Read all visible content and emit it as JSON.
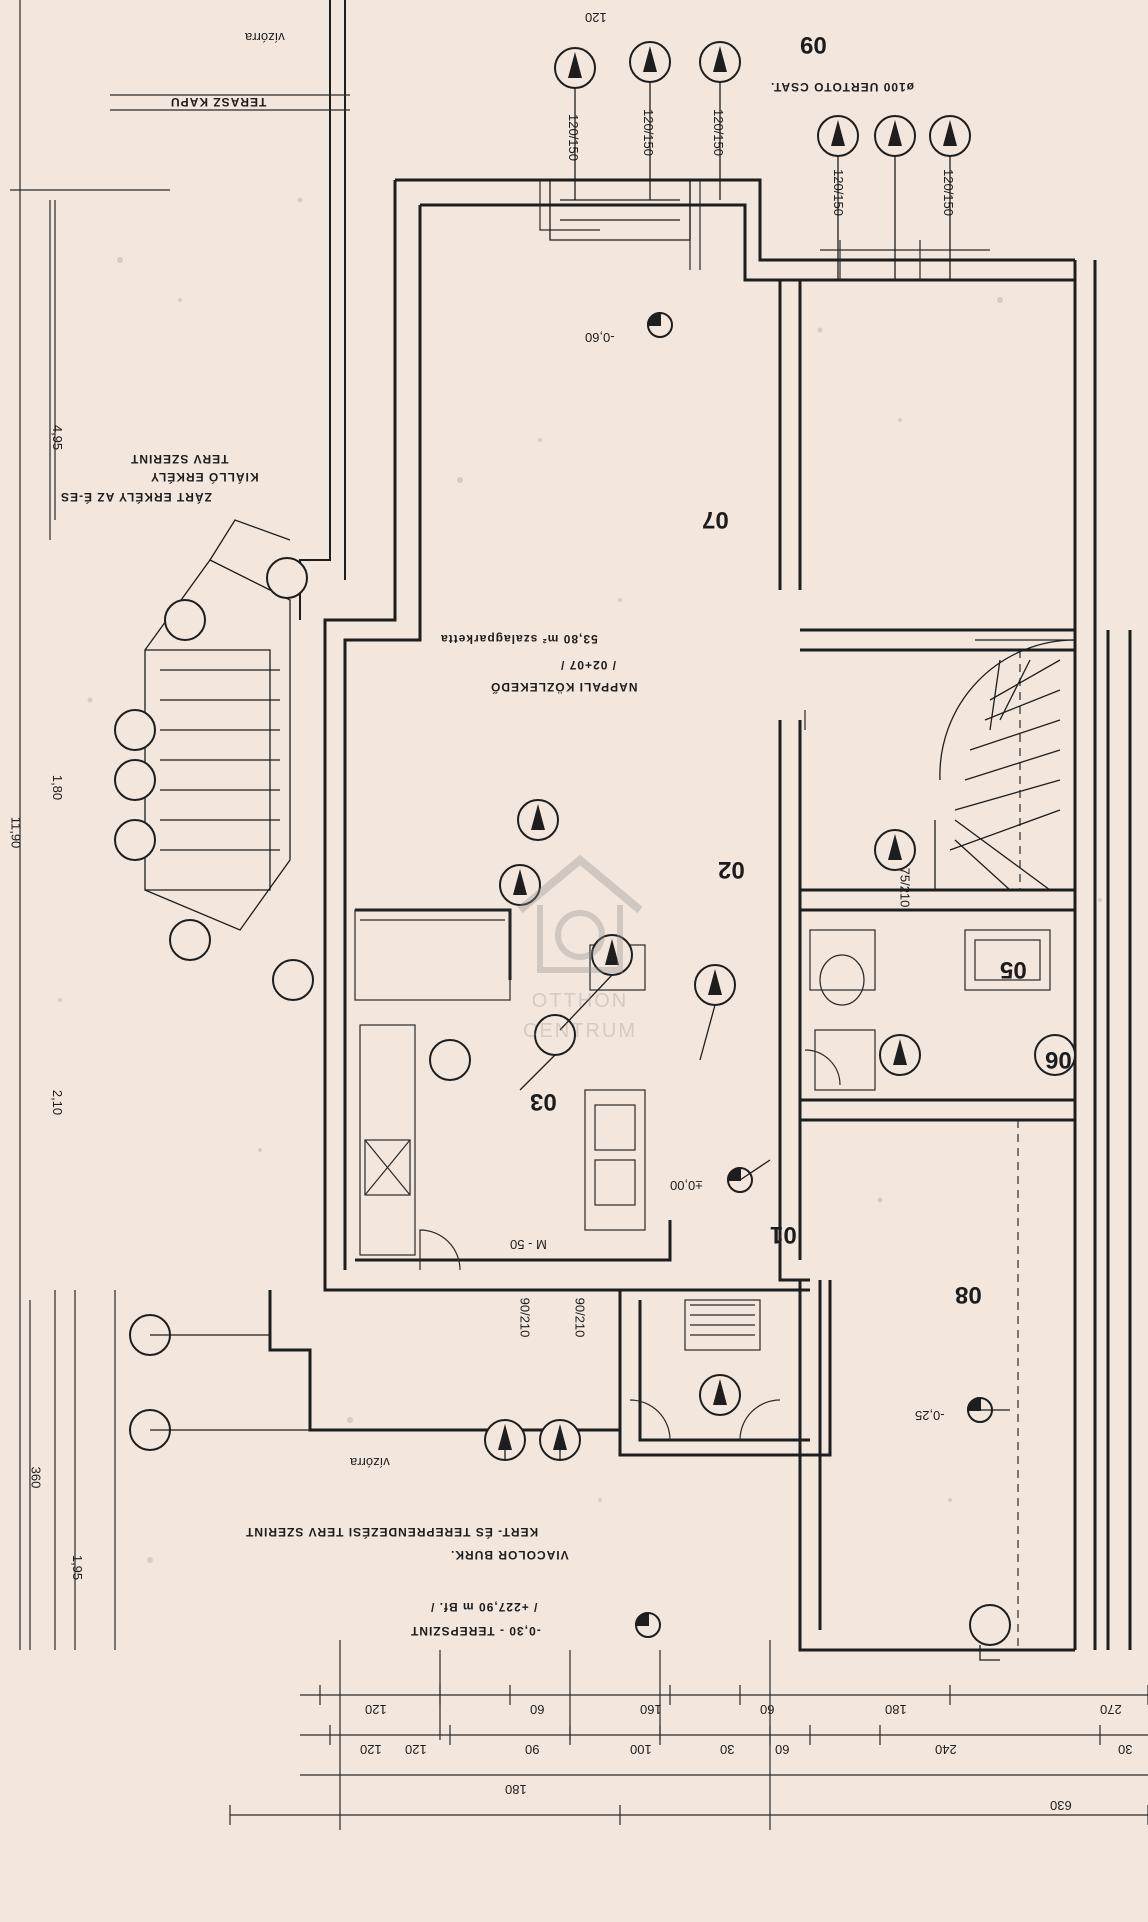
{
  "rooms": {
    "r07": "07",
    "r02": "02",
    "r03": "03",
    "r05": "05",
    "r06": "06",
    "r08": "08",
    "r09": "09",
    "r01": "01"
  },
  "notes": {
    "nappali": "NAPPALI KÖZLEKEDŐ",
    "nappali_num": "/ 02+07 /",
    "nappali_area": "53,80 m² szalagparketta",
    "viacolor_1": "VIACOLOR BURK.",
    "viacolor_2": "KERT- ÉS TEREPRENDEZÉSI TERV SZERINT",
    "terepszint": "-0,30 - TEREPSZINT",
    "terepszint_2": "/ +227,90 m Bf. /",
    "vizorra_top": "vízórra",
    "vizorra_bottom": "vízórra",
    "terasz_1": "TERASZ KAPU",
    "terasz_2": "KIÁLLÓ ERKÉLY",
    "erkely_1": "ZÁRT ERKÉLY AZ É-ES",
    "erkely_2": "TERV SZERINT",
    "top_right_note": "ø100 UERTOTO CSAT.",
    "level_top": "-0,60",
    "level_mid": "±0,00",
    "level_right": "-0,25",
    "arrow_note": "M - 50",
    "top_dim": "120"
  },
  "dimensions": {
    "bottom_row1": [
      "120",
      "60",
      "160",
      "60",
      "180",
      "270"
    ],
    "bottom_row2": [
      "120",
      "120",
      "90",
      "100",
      "30",
      "60",
      "240",
      "30"
    ],
    "bottom_row3": [
      "180",
      "630"
    ],
    "left_chain": [
      "11,90",
      "4,95",
      "1,80",
      "2,10",
      "360",
      "1,95"
    ],
    "window_dims": [
      "120/150",
      "120/150",
      "120/150",
      "120/150",
      "120/150"
    ],
    "door_dims": [
      "90/210",
      "90/210",
      "75/210"
    ]
  },
  "watermark": {
    "line1": "OTTHON",
    "line2": "CENTRUM"
  }
}
